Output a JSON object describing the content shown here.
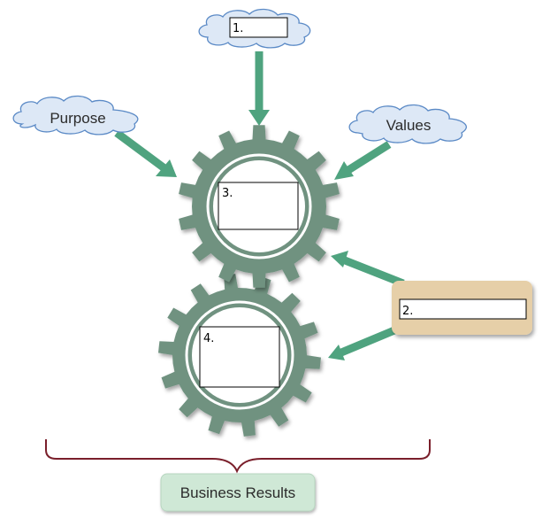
{
  "diagram": {
    "clouds": {
      "top": {
        "blank_label": "1."
      },
      "left": {
        "label": "Purpose"
      },
      "right": {
        "label": "Values"
      }
    },
    "callout": {
      "blank_label": "2."
    },
    "gears": {
      "upper": {
        "blank_label": "3."
      },
      "lower": {
        "blank_label": "4."
      }
    },
    "results": {
      "label": "Business Results"
    }
  },
  "colors": {
    "gear": "#6f9280",
    "arrow": "#4fa37f",
    "cloud_fill": "#dde8f6",
    "cloud_stroke": "#5b8ac6",
    "callout": "#e6cfa8",
    "brace": "#7a1f2b",
    "results_box": "#cfe8d6"
  }
}
